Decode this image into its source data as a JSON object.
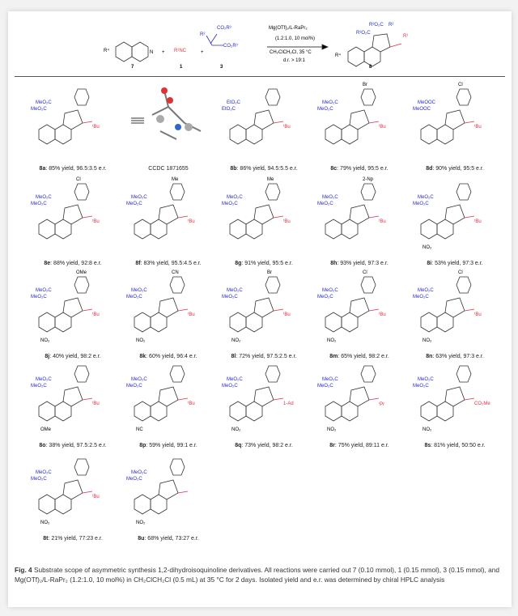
{
  "scheme": {
    "reactant_7": {
      "label": "7",
      "sub": "R⁴"
    },
    "reactant_1": {
      "label": "1",
      "text": "R¹NC"
    },
    "reactant_3": {
      "label": "3",
      "top": "CO₂R³",
      "bottom": "CO₂R³",
      "r2": "R²"
    },
    "plus": "+",
    "conditions": [
      "Mg(OTf)₂/L-RaPr₂",
      "(1.2:1.0, 10 mol%)",
      "CH₂ClCH₂Cl, 35 °C",
      "d.r. > 19:1"
    ],
    "product": {
      "label": "8",
      "e1": "R³O₂C",
      "e2": "R³O₂C",
      "r2": "R²",
      "r1": "R¹",
      "r4": "R⁴"
    }
  },
  "compounds": [
    {
      "id": "8a",
      "text": ": 85% yield, 96.5:3.5 e.r.",
      "aryl": "",
      "n": "ᵗBu",
      "ring": "",
      "e": "MeO₂C"
    },
    {
      "id": "",
      "text": "CCDC 1871655",
      "xray": true
    },
    {
      "id": "8b",
      "text": ": 86% yield, 94.5:5.5 e.r.",
      "aryl": "",
      "n": "ᵗBu",
      "ring": "",
      "e": "EtO₂C"
    },
    {
      "id": "8c",
      "text": ": 79% yield, 95:5 e.r.",
      "aryl": "Br",
      "n": "ᵗBu",
      "ring": "",
      "e": "MeO₂C"
    },
    {
      "id": "8d",
      "text": ": 90% yield, 95:5 e.r.",
      "aryl": "Cl",
      "n": "ᵗBu",
      "ring": "",
      "e": "MeOOC"
    },
    {
      "id": "8e",
      "text": ": 88% yield, 92:8 e.r.",
      "aryl": "Cl",
      "n": "ᵗBu",
      "ring": "",
      "e": "MeO₂C"
    },
    {
      "id": "8f",
      "text": ": 83% yield, 95.5:4.5 e.r.",
      "aryl": "Me",
      "n": "ᵗBu",
      "ring": "",
      "e": "MeO₂C"
    },
    {
      "id": "8g",
      "text": ": 91% yield, 95:5 e.r.",
      "aryl": "Me",
      "n": "ᵗBu",
      "ring": "",
      "e": "MeO₂C"
    },
    {
      "id": "8h",
      "text": ": 93% yield, 97:3 e.r.",
      "aryl": "2-Np",
      "n": "ᵗBu",
      "ring": "",
      "e": "MeO₂C"
    },
    {
      "id": "8i",
      "text": ": 53% yield, 97:3 e.r.",
      "aryl": "",
      "n": "ᵗBu",
      "ring": "NO₂",
      "e": "MeO₂C"
    },
    {
      "id": "8j",
      "text": ": 40% yield, 98:2 e.r.",
      "aryl": "OMe",
      "n": "ᵗBu",
      "ring": "NO₂",
      "e": "MeO₂C"
    },
    {
      "id": "8k",
      "text": ": 60% yield, 96:4 e.r.",
      "aryl": "CN",
      "n": "ᵗBu",
      "ring": "NO₂",
      "e": "MeO₂C"
    },
    {
      "id": "8l",
      "text": ": 72% yield, 97.5:2.5 e.r.",
      "aryl": "Br",
      "n": "ᵗBu",
      "ring": "NO₂",
      "e": "MeO₂C"
    },
    {
      "id": "8m",
      "text": ": 65% yield, 98:2 e.r.",
      "aryl": "Cl",
      "n": "ᵗBu",
      "ring": "NO₂",
      "e": "MeO₂C"
    },
    {
      "id": "8n",
      "text": ": 63% yield, 97:3 e.r.",
      "aryl": "Cl",
      "n": "ᵗBu",
      "ring": "NO₂",
      "e": "MeO₂C"
    },
    {
      "id": "8o",
      "text": ": 38% yield, 97.5:2.5 e.r.",
      "aryl": "",
      "n": "ᵗBu",
      "ring": "OMe",
      "e": "MeO₂C"
    },
    {
      "id": "8p",
      "text": ": 59% yield, 99:1 e.r.",
      "aryl": "",
      "n": "ᵗBu",
      "ring": "NC",
      "e": "MeO₂C"
    },
    {
      "id": "8q",
      "text": ": 73% yield, 98:2 e.r.",
      "aryl": "",
      "n": "1-Ad",
      "ring": "NO₂",
      "e": "MeO₂C"
    },
    {
      "id": "8r",
      "text": ": 75% yield, 89:11 e.r.",
      "aryl": "",
      "n": "ⁱPr",
      "ring": "NO₂",
      "e": "MeO₂C"
    },
    {
      "id": "8s",
      "text": ": 81% yield, 50:50 e.r.",
      "aryl": "",
      "n": "CO₂Me",
      "ring": "NO₂",
      "e": "MeO₂C"
    },
    {
      "id": "8t",
      "text": ": 21% yield, 77:23 e.r.",
      "aryl": "",
      "n": "ᵗBu",
      "ring": "NO₂",
      "e": "MeO₂C"
    },
    {
      "id": "8u",
      "text": ": 68% yield, 73:27 e.r.",
      "aryl": "",
      "n": "",
      "ring": "NO₂",
      "e": "MeO₂C"
    }
  ],
  "caption": {
    "fig": "Fig. 4",
    "text": " Substrate scope of asymmetric synthesis 1,2-dihydroisoquinoline derivatives. All reactions were carried out 7 (0.10 mmol), 1 (0.15 mmol), 3 (0.15 mmol), and Mg(OTf)₂/L-RaPr₂ (1.2:1.0, 10 mol%) in CH₂ClCH₂Cl (0.5 mL) at 35 °C for 2 days. Isolated yield and e.r. was determined by chiral HPLC analysis"
  }
}
